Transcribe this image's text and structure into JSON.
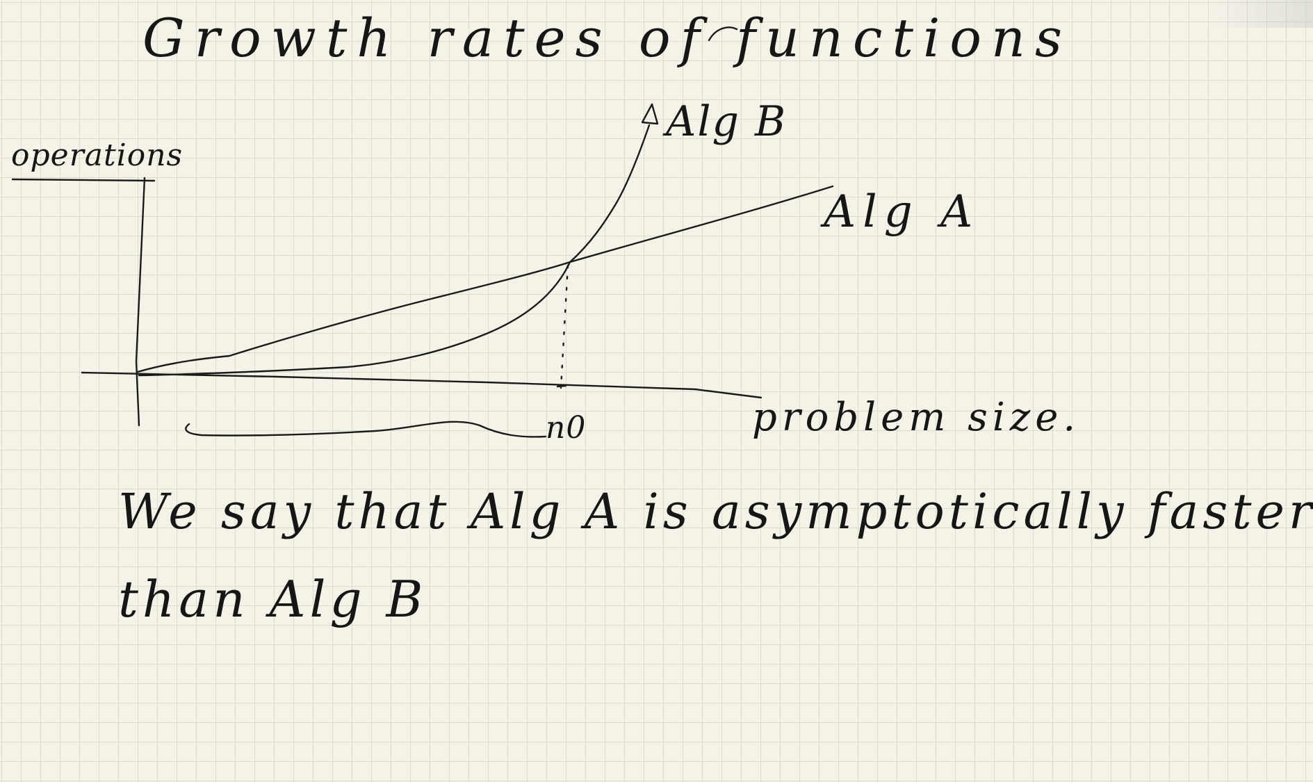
{
  "title": "Growth rates of functions",
  "y_axis_label": "operations",
  "x_axis_label": "problem size.",
  "curve_labels": {
    "alg_b": "Alg B",
    "alg_a": "Alg A"
  },
  "crossover_label": "n0",
  "statement": {
    "line1": "We say that Alg A is asymptotically faster",
    "line2": "than Alg B"
  },
  "ink_color": "#1a1a1a",
  "paper_color": "#f5f3e8",
  "grid_color": "#d9dccf"
}
